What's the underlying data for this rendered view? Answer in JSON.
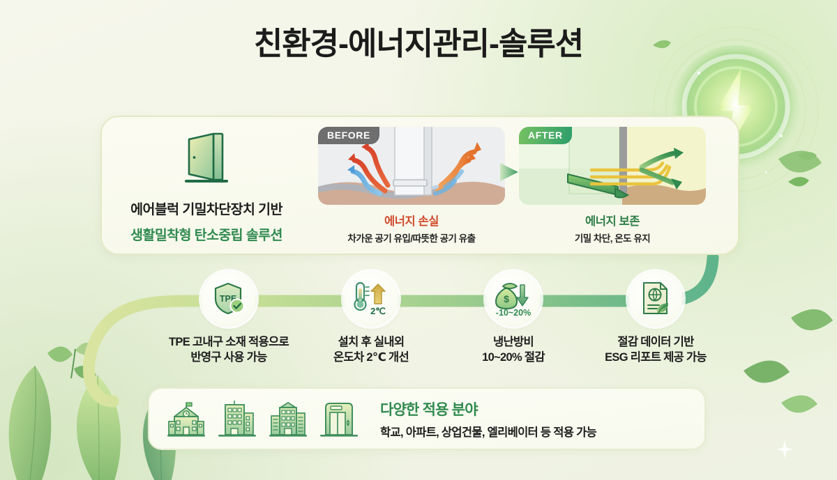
{
  "page": {
    "title": "친환경-에너지관리-솔루션",
    "background_color": "#f4f5e8",
    "accent_green": "#2f8a4e",
    "accent_red": "#cf4a2c"
  },
  "hero": {
    "door_icon": "open-door-icon",
    "line1": "에어블럭 기밀차단장치 기반",
    "line2": "생활밀착형 탄소중립 솔루션"
  },
  "comparison": {
    "arrow_icon": "right-arrow-icon",
    "before": {
      "badge": "BEFORE",
      "badge_color": "#6e6e6e",
      "caption_main": "에너지 손실",
      "caption_main_color": "#cf4a2c",
      "caption_sub": "차가운 공기 유입/따뜻한 공기 유출",
      "illustration": "door-gap-air-leak-illustration"
    },
    "after": {
      "badge": "AFTER",
      "badge_color": "#2d9e6b",
      "caption_main": "에너지 보존",
      "caption_main_color": "#2e7d47",
      "caption_sub": "기밀 차단, 온도 유지",
      "illustration": "door-seal-blocked-air-illustration"
    }
  },
  "features": [
    {
      "icon": "tpe-shield-check-icon",
      "icon_text": "TPE",
      "line1": "TPE 고내구 소재 적용으로",
      "line2": "반영구 사용 가능"
    },
    {
      "icon": "thermometer-up-arrow-icon",
      "icon_text": "2℃",
      "line1": "설치 후 실내외",
      "line2": "온도차 2℃ 개선"
    },
    {
      "icon": "money-bag-down-arrow-icon",
      "icon_text": "-10~20%",
      "line1": "냉난방비",
      "line2": "10~20% 절감"
    },
    {
      "icon": "esg-report-leaf-icon",
      "icon_text": "",
      "line1": "절감 데이터 기반",
      "line2": "ESG 리포트 제공 가능"
    }
  ],
  "applications": {
    "icons": [
      "school-building-icon",
      "apartment-building-icon",
      "commercial-building-icon",
      "elevator-icon"
    ],
    "title": "다양한 적용 분야",
    "subtitle": "학교, 아파트, 상업건물, 엘리베이터 등 적용 가능"
  },
  "decor": {
    "orb": "energy-bolt-orb-icon",
    "leaves_bottom_left": "leaf-cluster-decoration",
    "leaves_right": "leaf-decoration",
    "sparkle": "sparkle-icon"
  }
}
